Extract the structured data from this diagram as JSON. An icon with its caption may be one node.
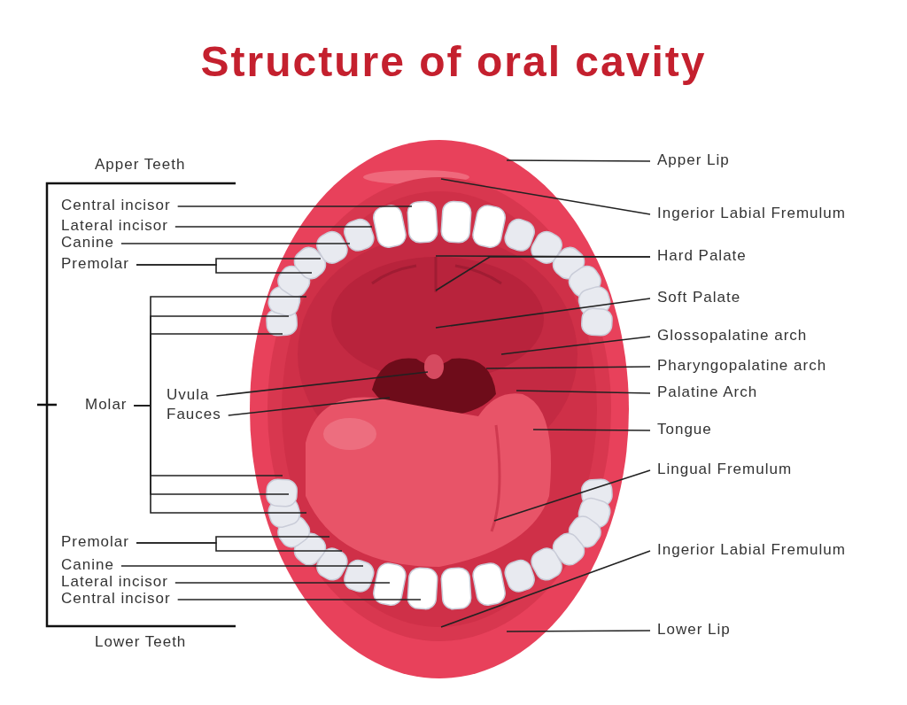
{
  "diagram": {
    "title": "Structure of oral cavity",
    "nodes": [
      {
        "text": [
          "Central incisor"
        ]
      },
      {
        "text": [
          "Lateral incisor"
        ]
      },
      {
        "text": [
          "Canine"
        ]
      },
      {
        "text": [
          "Premolar"
        ]
      },
      {
        "text": [
          "Molar"
        ]
      },
      {
        "text": [
          "Uvula"
        ]
      },
      {
        "text": [
          "Fauces"
        ]
      },
      {
        "text": [
          "Premolar"
        ]
      },
      {
        "text": [
          "Canine"
        ]
      },
      {
        "text": [
          "Lateral incisor"
        ]
      },
      {
        "text": [
          "Central incisor"
        ]
      },
      {
        "text": [
          "Apper Lip"
        ]
      },
      {
        "text": [
          "Ingerior Labial Fremulum"
        ]
      },
      {
        "text": [
          "Hard Palate"
        ]
      },
      {
        "text": [
          "Soft Palate"
        ]
      },
      {
        "text": [
          "Glossopalatine arch"
        ]
      },
      {
        "text": [
          "Pharyngopalatine arch"
        ]
      },
      {
        "text": [
          "Palatine Arch"
        ]
      },
      {
        "text": [
          "Tongue"
        ]
      },
      {
        "text": [
          "Lingual Fremulum"
        ]
      },
      {
        "text": [
          "Ingerior Labial Fremulum"
        ]
      },
      {
        "text": [
          "Lower Lip"
        ]
      }
    ],
    "edges": [
      {
        "from": 0,
        "to": null,
        "arrow": "none"
      },
      {
        "from": 1,
        "to": null,
        "arrow": "none"
      },
      {
        "from": 2,
        "to": null,
        "arrow": "none"
      },
      {
        "from": 3,
        "to": null,
        "arrow": "none"
      },
      {
        "from": 3,
        "to": null,
        "arrow": "none"
      },
      {
        "from": 4,
        "to": null,
        "arrow": "none"
      },
      {
        "from": 4,
        "to": null,
        "arrow": "none"
      },
      {
        "from": 4,
        "to": null,
        "arrow": "none"
      },
      {
        "from": 4,
        "to": null,
        "arrow": "none"
      },
      {
        "from": 4,
        "to": null,
        "arrow": "none"
      },
      {
        "from": 4,
        "to": null,
        "arrow": "none"
      },
      {
        "from": 5,
        "to": null,
        "arrow": "none"
      },
      {
        "from": 6,
        "to": null,
        "arrow": "none"
      },
      {
        "from": 7,
        "to": null,
        "arrow": "none"
      },
      {
        "from": 7,
        "to": null,
        "arrow": "none"
      },
      {
        "from": 8,
        "to": null,
        "arrow": "none"
      },
      {
        "from": 9,
        "to": null,
        "arrow": "none"
      },
      {
        "from": 10,
        "to": null,
        "arrow": "none"
      },
      {
        "from": 11,
        "to": null,
        "arrow": "none"
      },
      {
        "from": 12,
        "to": null,
        "arrow": "none"
      },
      {
        "from": 13,
        "to": null,
        "arrow": "none"
      },
      {
        "from": 13,
        "to": null,
        "arrow": "none"
      },
      {
        "from": 14,
        "to": null,
        "arrow": "none"
      },
      {
        "from": 15,
        "to": null,
        "arrow": "none"
      },
      {
        "from": 16,
        "to": null,
        "arrow": "none"
      },
      {
        "from": 17,
        "to": null,
        "arrow": "none"
      },
      {
        "from": 18,
        "to": null,
        "arrow": "none"
      },
      {
        "from": 19,
        "to": null,
        "arrow": "none"
      },
      {
        "from": 20,
        "to": null,
        "arrow": "none"
      },
      {
        "from": 21,
        "to": null,
        "arrow": "none"
      }
    ],
    "labels": [
      "Apper Teeth",
      "Lower Teeth"
    ]
  }
}
